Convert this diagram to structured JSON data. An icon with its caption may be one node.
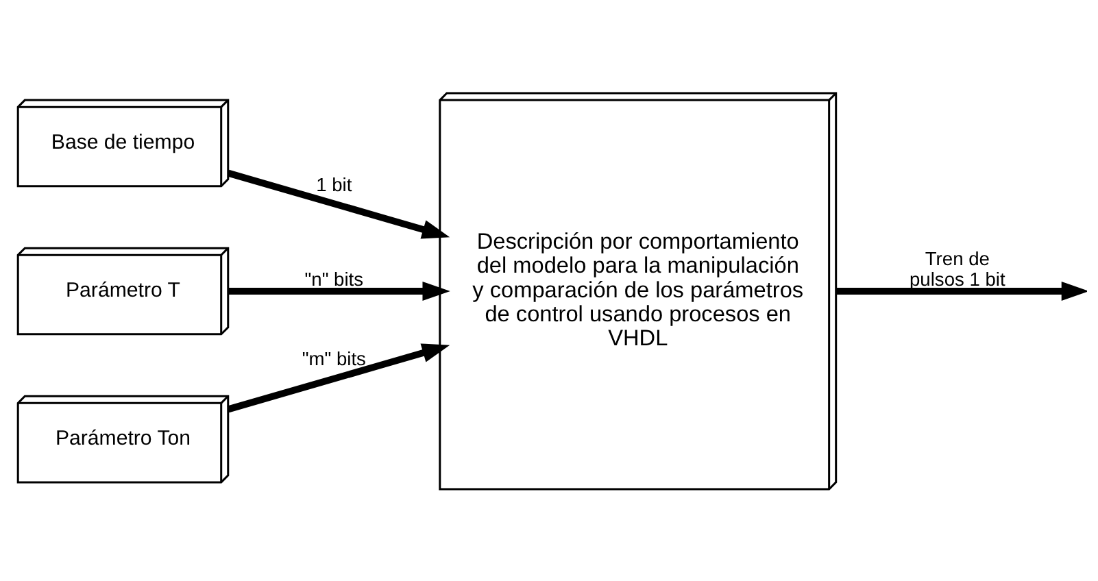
{
  "diagram": {
    "nodes": [
      {
        "text": [
          "Base de tiempo"
        ]
      },
      {
        "text": [
          "Parámetro T"
        ]
      },
      {
        "text": [
          "Parámetro Ton"
        ]
      },
      {
        "text": [
          "Descripción por comportamiento del modelo para la manipulación y comparación de los parámetros de control usando procesos en VHDL"
        ]
      }
    ],
    "edges": [
      {
        "from": 0,
        "to": 3,
        "arrow": "to",
        "label": "1 bit"
      },
      {
        "from": 1,
        "to": 3,
        "arrow": "to",
        "label": "\"n\" bits"
      },
      {
        "from": 2,
        "to": 3,
        "arrow": "to",
        "label": "\"m\" bits"
      },
      {
        "from": 3,
        "to": null,
        "arrow": "to",
        "label": "Tren de pulsos 1 bit"
      }
    ]
  }
}
